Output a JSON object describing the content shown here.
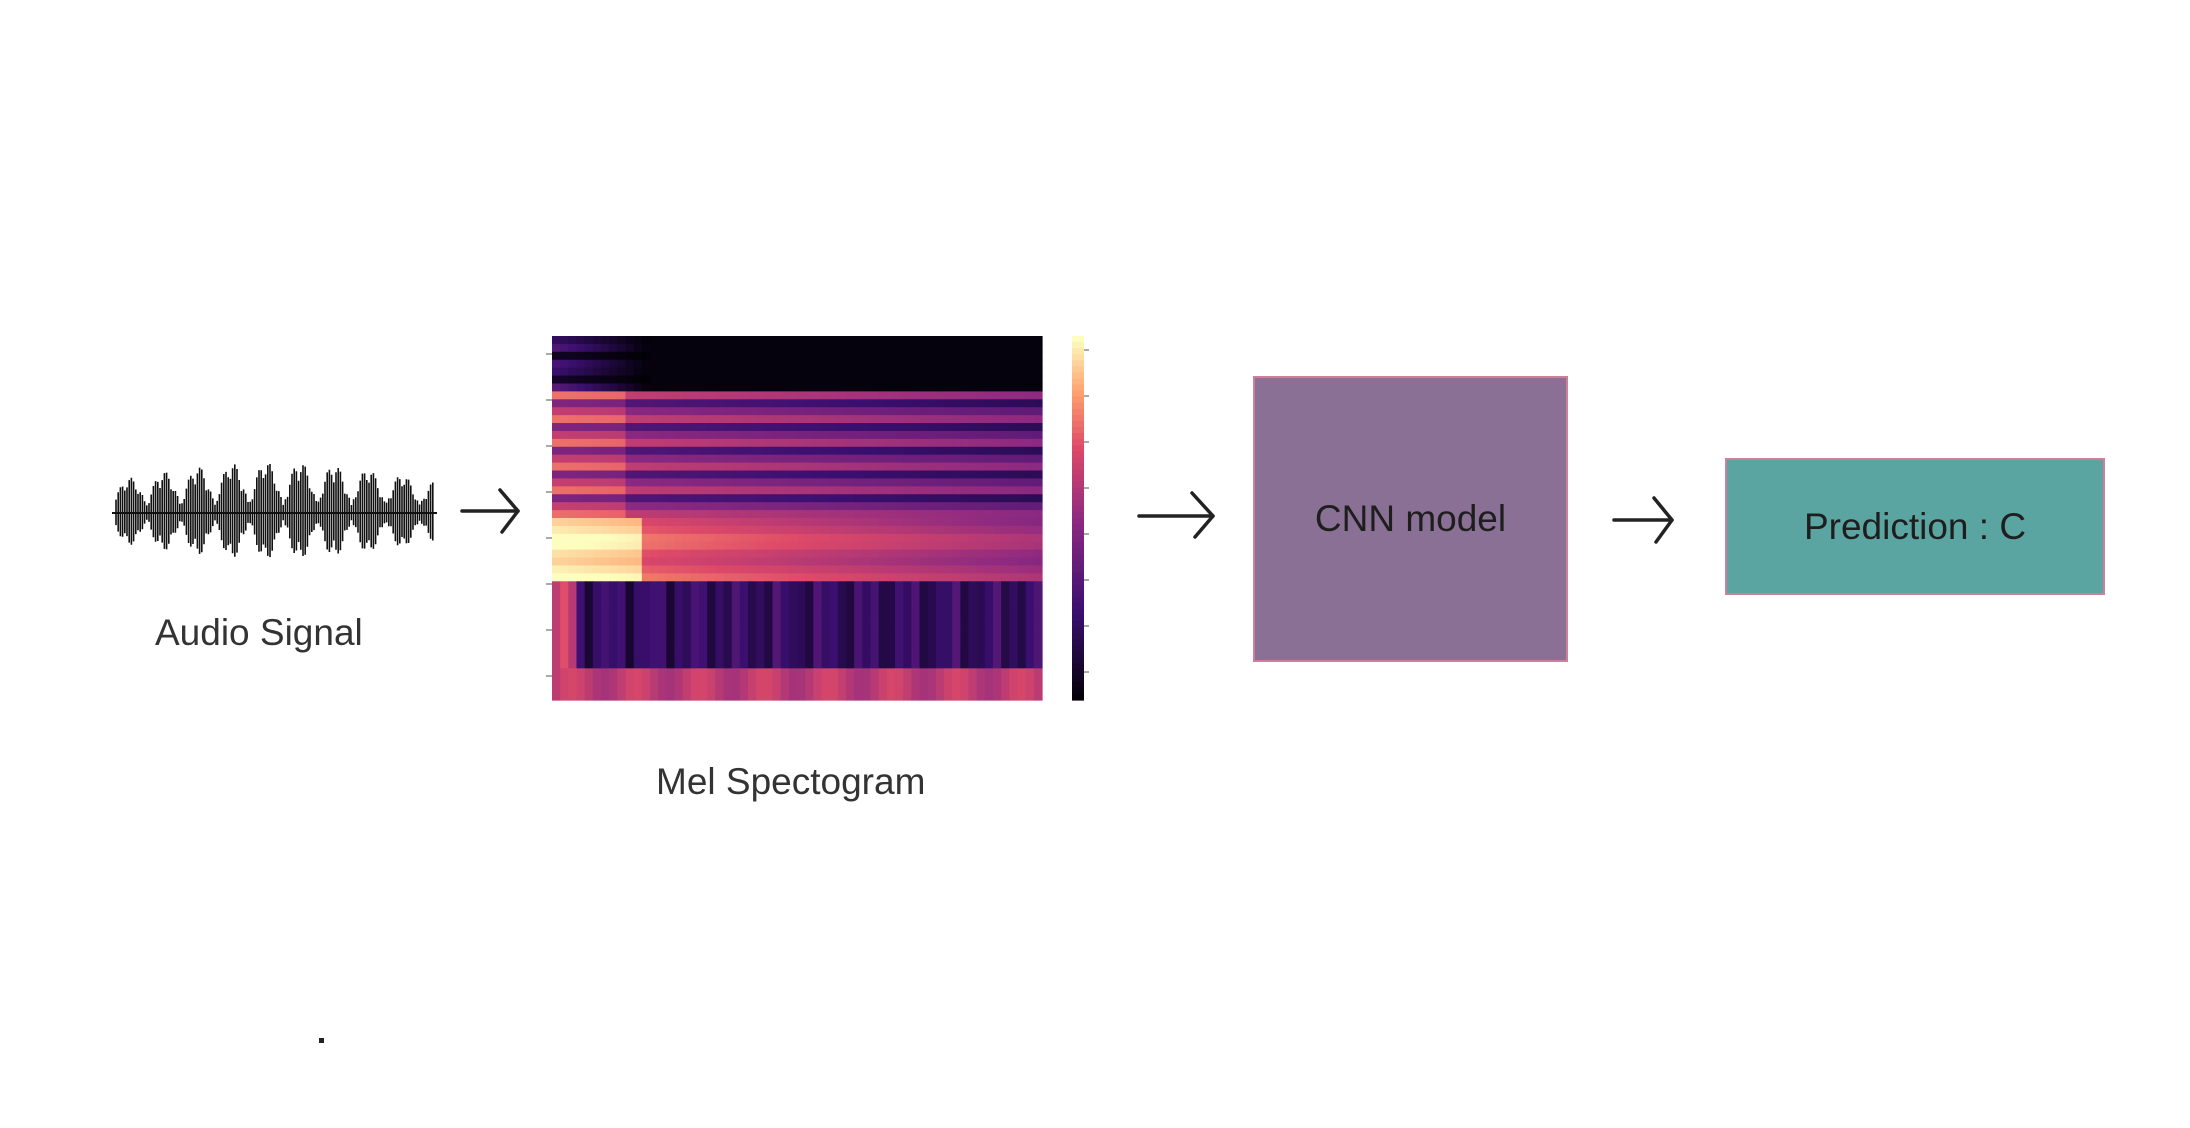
{
  "colors": {
    "cnn_box": "#8a7094",
    "prediction_box": "#5aa5a2",
    "box_border": "#d07f9a",
    "arrow": "#222222",
    "waveform": "#111111"
  },
  "nodes": {
    "audio_signal": {
      "label": "Audio Signal",
      "icon": "waveform-icon"
    },
    "mel_spectrogram": {
      "label": "Mel Spectogram",
      "icon": "spectrogram-image"
    },
    "cnn_model": {
      "label": "CNN model"
    },
    "prediction": {
      "label": "Prediction : C"
    }
  },
  "edges": [
    {
      "from": "audio_signal",
      "to": "mel_spectrogram"
    },
    {
      "from": "mel_spectrogram",
      "to": "cnn_model"
    },
    {
      "from": "cnn_model",
      "to": "prediction"
    }
  ]
}
